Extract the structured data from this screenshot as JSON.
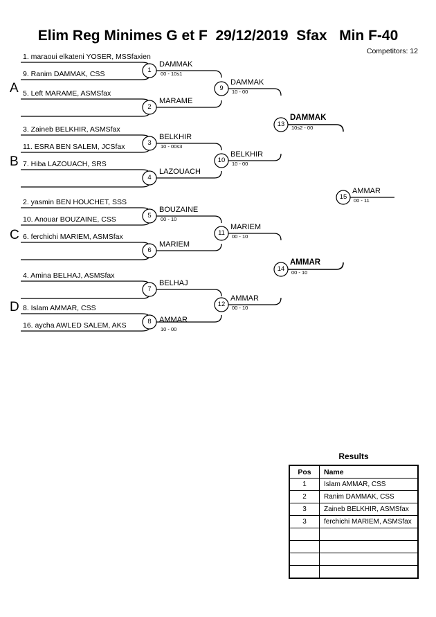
{
  "header": {
    "title": "Elim Reg Minimes G et F  29/12/2019  Sfax   Min F-40",
    "competitors_label": "Competitors: 12"
  },
  "groups": [
    {
      "letter": "A"
    },
    {
      "letter": "B"
    },
    {
      "letter": "C"
    },
    {
      "letter": "D"
    }
  ],
  "round1": {
    "entries": [
      {
        "label": "1. maraoui elkateni YOSER, MSSfaxien"
      },
      {
        "label": "9. Ranim DAMMAK, CSS"
      },
      {
        "label": "5. Left MARAME, ASMSfax"
      },
      {
        "label": ""
      },
      {
        "label": "3. Zaineb BELKHIR, ASMSfax"
      },
      {
        "label": "11. ESRA BEN SALEM, JCSfax"
      },
      {
        "label": "7. Hiba LAZOUACH, SRS"
      },
      {
        "label": ""
      },
      {
        "label": "2. yasmin BEN HOUCHET, SSS"
      },
      {
        "label": "10. Anouar BOUZAINE, CSS"
      },
      {
        "label": "6. ferchichi MARIEM, ASMSfax"
      },
      {
        "label": ""
      },
      {
        "label": "4. Amina BELHAJ, ASMSfax"
      },
      {
        "label": ""
      },
      {
        "label": "8. Islam AMMAR, CSS"
      },
      {
        "label": "16. aycha AWLED SALEM, AKS"
      }
    ]
  },
  "matches": [
    {
      "num": "1",
      "winner": "DAMMAK",
      "score": "00 - 10s1",
      "bold": false
    },
    {
      "num": "2",
      "winner": "MARAME",
      "score": "",
      "bold": false
    },
    {
      "num": "3",
      "winner": "BELKHIR",
      "score": "10 - 00s3",
      "bold": false
    },
    {
      "num": "4",
      "winner": "LAZOUACH",
      "score": "",
      "bold": false
    },
    {
      "num": "5",
      "winner": "BOUZAINE",
      "score": "00 - 10",
      "bold": false
    },
    {
      "num": "6",
      "winner": "MARIEM",
      "score": "",
      "bold": false
    },
    {
      "num": "7",
      "winner": "BELHAJ",
      "score": "",
      "bold": false
    },
    {
      "num": "8",
      "winner": "AMMAR",
      "score": "10 - 00",
      "bold": false
    },
    {
      "num": "9",
      "winner": "DAMMAK",
      "score": "10 - 00",
      "bold": false
    },
    {
      "num": "10",
      "winner": "BELKHIR",
      "score": "10 - 00",
      "bold": false
    },
    {
      "num": "11",
      "winner": "MARIEM",
      "score": "00 - 10",
      "bold": false
    },
    {
      "num": "12",
      "winner": "AMMAR",
      "score": "00 - 10",
      "bold": false
    },
    {
      "num": "13",
      "winner": "DAMMAK",
      "score": "10s2 - 00",
      "bold": true
    },
    {
      "num": "14",
      "winner": "AMMAR",
      "score": "00 - 10",
      "bold": true
    },
    {
      "num": "15",
      "winner": "AMMAR",
      "score": "00 - 11",
      "bold": false
    }
  ],
  "results": {
    "title": "Results",
    "columns": [
      "Pos",
      "Name"
    ],
    "rows": [
      {
        "pos": "1",
        "name": "Islam AMMAR, CSS"
      },
      {
        "pos": "2",
        "name": "Ranim DAMMAK, CSS"
      },
      {
        "pos": "3",
        "name": "Zaineb BELKHIR, ASMSfax"
      },
      {
        "pos": "3",
        "name": "ferchichi MARIEM, ASMSfax"
      },
      {
        "pos": "",
        "name": ""
      },
      {
        "pos": "",
        "name": ""
      },
      {
        "pos": "",
        "name": ""
      },
      {
        "pos": "",
        "name": ""
      }
    ]
  },
  "colors": {
    "ink": "#000000",
    "paper": "#ffffff"
  }
}
